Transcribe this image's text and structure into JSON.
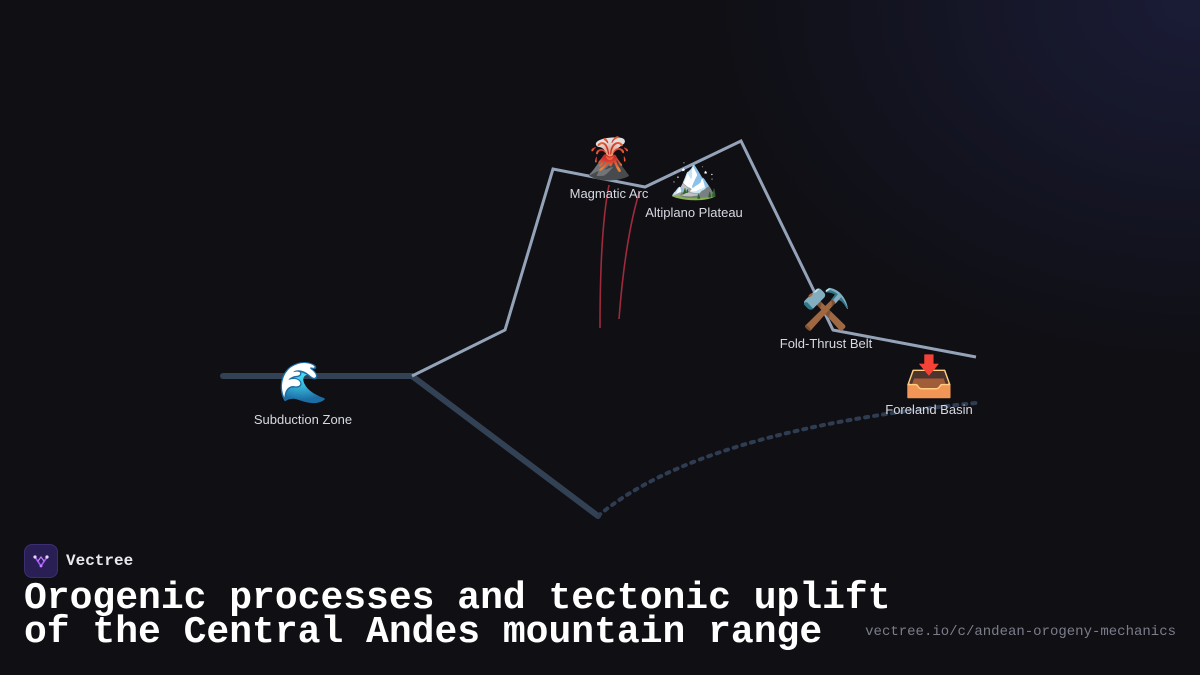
{
  "brand": {
    "name": "Vectree",
    "logo_icon": "vectree-logo-icon",
    "accent": "#a855f7"
  },
  "title": {
    "line1": "Orogenic processes and tectonic uplift",
    "line2": "of the Central Andes mountain range"
  },
  "url": "vectree.io/c/andean-orogeny-mechanics",
  "colors": {
    "background": "#0f0f14",
    "crust_line": "#94a3b8",
    "slab_line": "#334155",
    "magma_line": "#9f2a3c"
  },
  "nodes": [
    {
      "id": "subduction-zone",
      "label": "Subduction Zone",
      "icon": "wave-icon",
      "glyph": "🌊"
    },
    {
      "id": "magmatic-arc",
      "label": "Magmatic Arc",
      "icon": "volcano-icon",
      "glyph": "🌋"
    },
    {
      "id": "altiplano-plateau",
      "label": "Altiplano Plateau",
      "icon": "snow-mountain-icon",
      "glyph": "🏔️"
    },
    {
      "id": "fold-thrust-belt",
      "label": "Fold-Thrust Belt",
      "icon": "hammer-pick-icon",
      "glyph": "⚒️"
    },
    {
      "id": "foreland-basin",
      "label": "Foreland Basin",
      "icon": "inbox-tray-icon",
      "glyph": "📥"
    }
  ]
}
